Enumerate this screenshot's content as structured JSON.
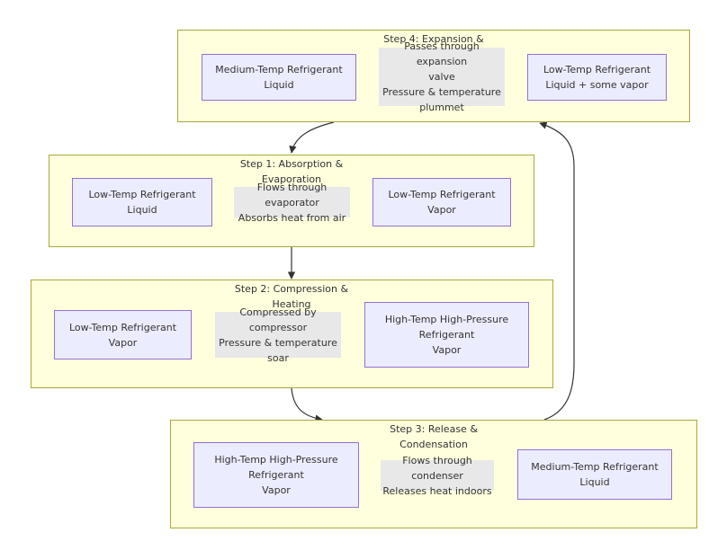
{
  "clusters": {
    "step4": {
      "title": [
        "Step 4: Expansion &"
      ],
      "left_node": [
        "Medium-Temp Refrigerant",
        "Liquid"
      ],
      "edge_label": [
        "Passes through expansion",
        "valve",
        "Pressure & temperature",
        "plummet"
      ],
      "right_node": [
        "Low-Temp Refrigerant",
        "Liquid + some vapor"
      ]
    },
    "step1": {
      "title": [
        "Step 1: Absorption &",
        "Evaporation"
      ],
      "left_node": [
        "Low-Temp Refrigerant",
        "Liquid"
      ],
      "edge_label": [
        "Flows through evaporator",
        "Absorbs heat from air"
      ],
      "right_node": [
        "Low-Temp Refrigerant",
        "Vapor"
      ]
    },
    "step2": {
      "title": [
        "Step 2: Compression &",
        "Heating"
      ],
      "left_node": [
        "Low-Temp Refrigerant",
        "Vapor"
      ],
      "edge_label": [
        "Compressed by compressor",
        "Pressure & temperature",
        "soar"
      ],
      "right_node": [
        "High-Temp High-Pressure",
        "Refrigerant",
        "Vapor"
      ]
    },
    "step3": {
      "title": [
        "Step 3: Release &",
        "Condensation"
      ],
      "left_node": [
        "High-Temp High-Pressure",
        "Refrigerant",
        "Vapor"
      ],
      "edge_label": [
        "Flows through condenser",
        "Releases heat indoors"
      ],
      "right_node": [
        "Medium-Temp Refrigerant",
        "Liquid"
      ]
    }
  },
  "colors": {
    "cluster_fill": "#ffffde",
    "cluster_border": "#aaaa33",
    "node_fill": "#ececff",
    "node_border": "#9370db",
    "edge_label_fill": "#e8e8e8",
    "edge_stroke": "#333333"
  }
}
